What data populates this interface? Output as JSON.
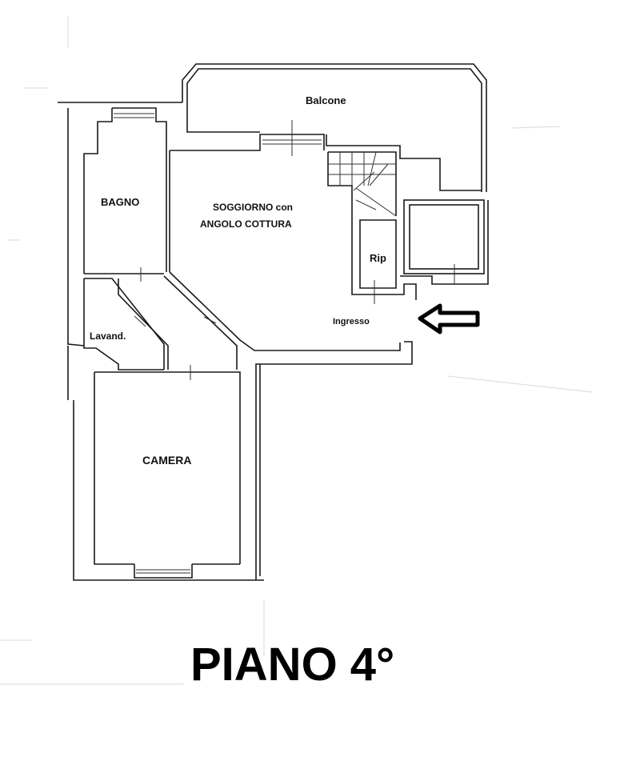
{
  "rooms": {
    "balcony": "Balcone",
    "bathroom": "BAGNO",
    "living_line1": "SOGGIORNO con",
    "living_line2": "ANGOLO COTTURA",
    "storage": "Rip",
    "laundry": "Lavand.",
    "entrance": "Ingresso",
    "bedroom": "CAMERA"
  },
  "floor_title": "PIANO 4°",
  "icons": {
    "entrance_arrow": "arrow-left-icon",
    "stairs": "staircase-icon",
    "elevator": "elevator-shaft-icon"
  },
  "colors": {
    "line": "#1a1a1a",
    "background": "#ffffff",
    "text": "#111111"
  }
}
